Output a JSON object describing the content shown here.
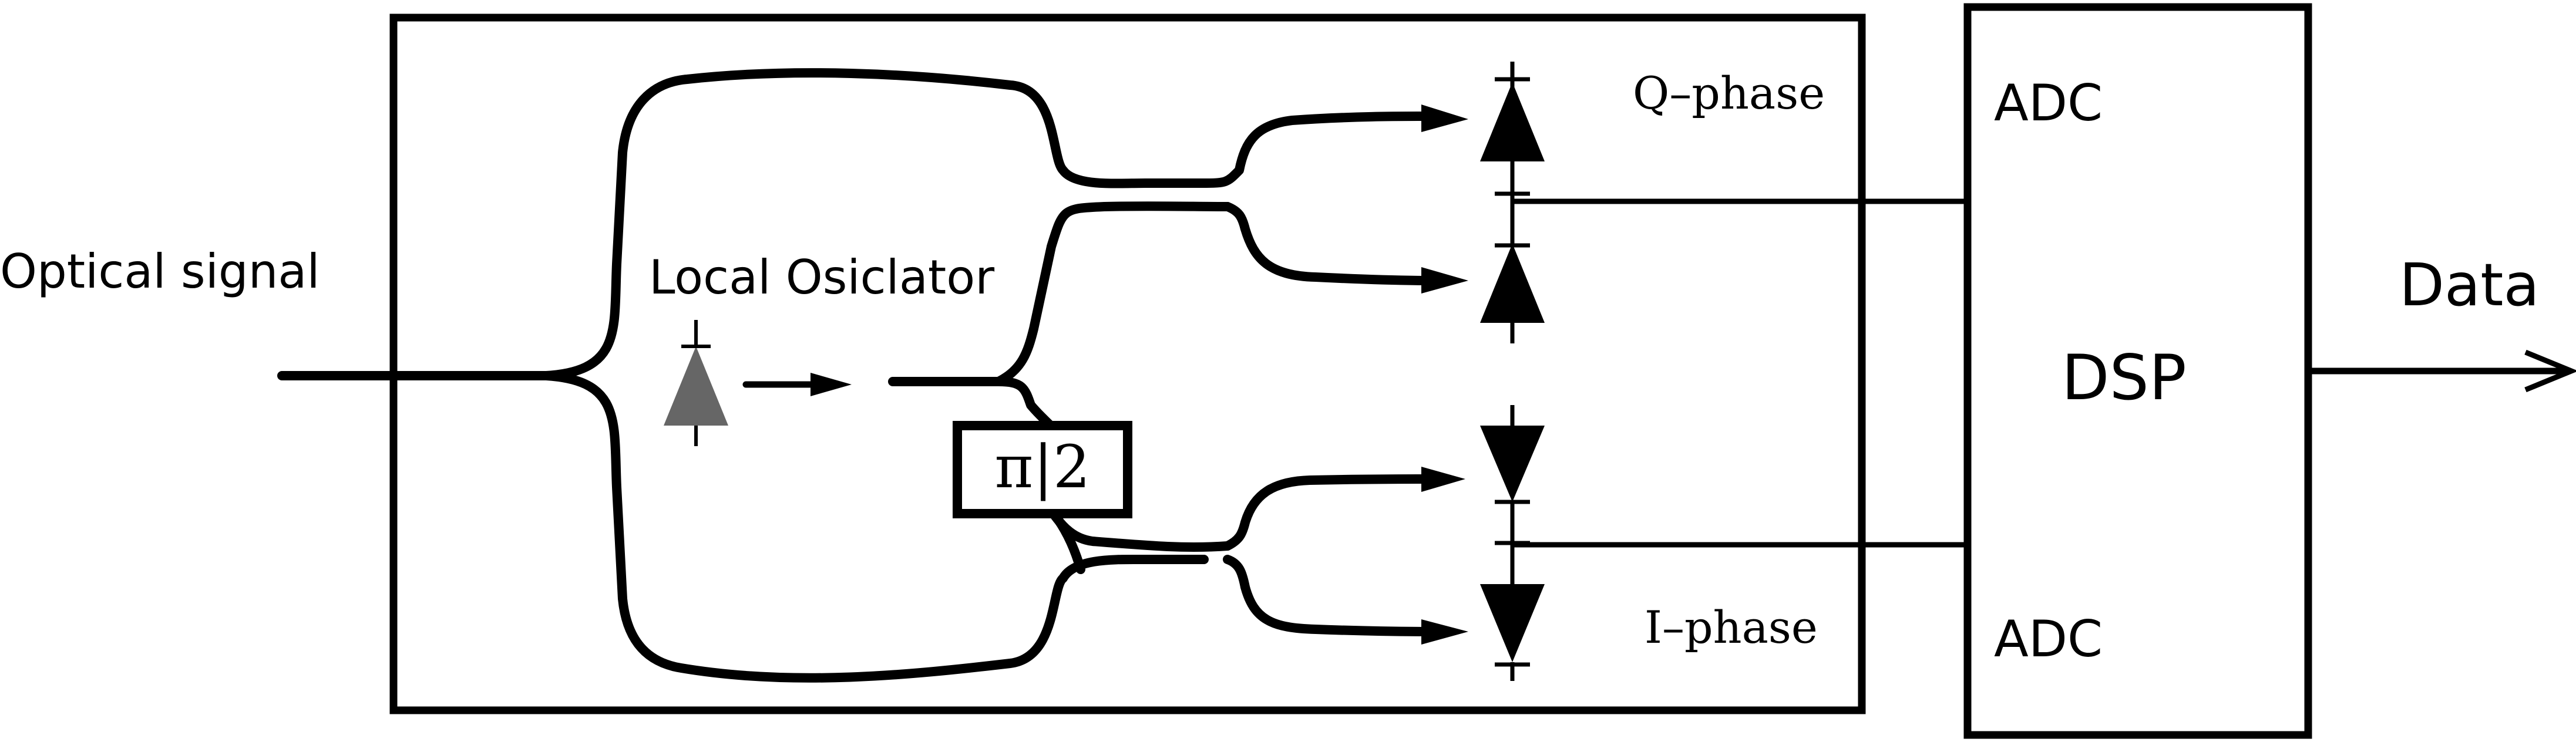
{
  "labels": {
    "input": "Optical signal",
    "local_oscillator": "Local Osiclator",
    "phase_shifter": "π|2",
    "q_phase": "Q–phase",
    "i_phase": "I–phase",
    "adc_top": "ADC",
    "adc_bottom": "ADC",
    "dsp": "DSP",
    "output": "Data"
  },
  "colors": {
    "line": "#000000",
    "laser": "#666666",
    "background": "#ffffff"
  },
  "icons": {
    "photodiode": "triangle-diode-icon",
    "laser": "laser-diode-icon",
    "arrow": "arrowhead-icon"
  }
}
